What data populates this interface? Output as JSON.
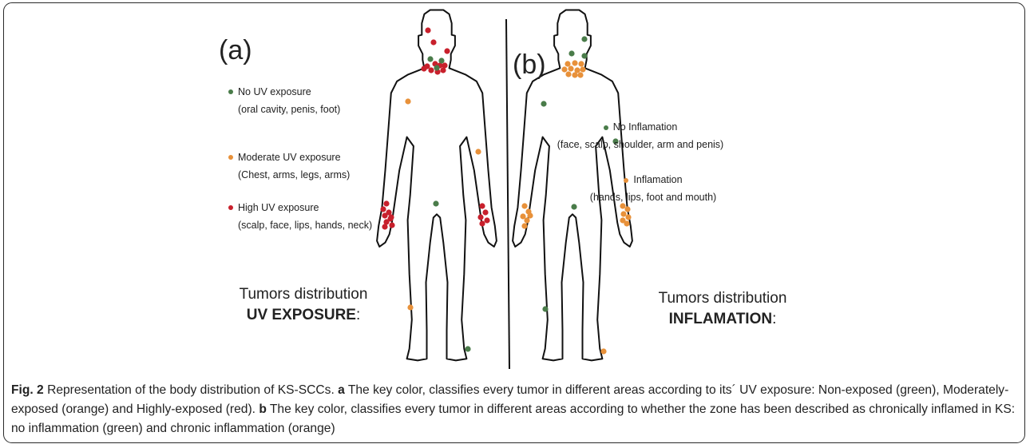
{
  "panel_a": {
    "label": "(a)",
    "legend": [
      {
        "color": "#4a7c4a",
        "title": "No UV exposure",
        "detail": "(oral cavity, penis, foot)"
      },
      {
        "color": "#e8913a",
        "title": "Moderate UV exposure",
        "detail": "(Chest, arms, legs, arms)"
      },
      {
        "color": "#c8202c",
        "title": "High UV exposure",
        "detail": "(scalp, face, lips, hands, neck)"
      }
    ],
    "summary_line1": "Tumors distribution",
    "summary_line2": "UV EXPOSURE",
    "summary_colon": ":"
  },
  "panel_b": {
    "label": "(b)",
    "legend": [
      {
        "color": "#4a7c4a",
        "title": "No Inflamation",
        "detail": "(face, scalp, shoulder, arm and penis)"
      },
      {
        "color": "#e8913a",
        "title": "Inflamation",
        "detail": "(hands, lips, foot and mouth)"
      }
    ],
    "summary_line1": "Tumors distribution",
    "summary_line2": "INFLAMATION",
    "summary_colon": ":"
  },
  "colors": {
    "green": "#4a7c4a",
    "orange": "#e8913a",
    "red": "#c8202c",
    "outline": "#111111"
  },
  "caption": {
    "fig": "Fig. 2",
    "intro": " Representation of the body distribution of KS-SCCs. ",
    "a": "a",
    "a_text": " The key color, classifies every tumor in different areas according to its´ UV exposure: Non-exposed (green), Moderately-exposed (orange) and Highly-exposed (red). ",
    "b": "b",
    "b_text": " The key color, classifies every tumor in different areas according to whether the zone has been described as chronically inflamed in KS: no inflammation (green) and chronic inflammation (orange)"
  }
}
